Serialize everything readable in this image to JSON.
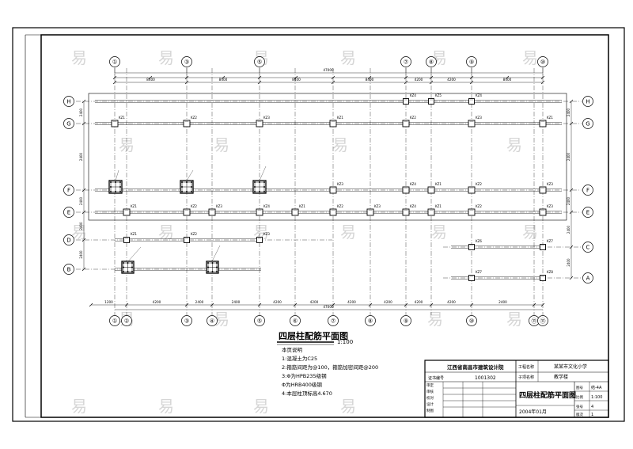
{
  "drawing": {
    "title": "四层柱配筋平面图",
    "scale": "1:100",
    "overall_dimension": "47000",
    "top_axis_labels": [
      "①",
      "③",
      "⑤",
      "⑦",
      "⑧",
      "⑨",
      "⑩"
    ],
    "bottom_axis_labels": [
      "①",
      "②",
      "③",
      "④",
      "⑤",
      "⑥",
      "⑦",
      "⑧",
      "⑨",
      "⑩",
      "⑪"
    ],
    "left_axis_labels": [
      "H",
      "G",
      "F",
      "E",
      "D",
      "B"
    ],
    "right_axis_labels": [
      "H",
      "G",
      "F",
      "E",
      "C",
      "A"
    ],
    "top_dims": [
      "8400",
      "8400",
      "8400",
      "8400",
      "4200",
      "4200",
      "8400"
    ],
    "bottom_dims": [
      "1200",
      "4200",
      "2400",
      "2400",
      "4200",
      "4200",
      "4200",
      "4200",
      "4200",
      "4200",
      "2400"
    ],
    "left_dims": [
      "2400",
      "2400",
      "2400",
      "2400",
      "2400"
    ],
    "right_dims": [
      "2400",
      "2400",
      "2400",
      "2400",
      "2400"
    ]
  },
  "notes": {
    "heading": "本页说明",
    "items": [
      "1:混凝土为C25",
      "2:箍筋间距为@100，箍筋加密间距@200",
      "3:Φ为HPB235级钢",
      "  Φ为HRB400级钢",
      "4:本层柱顶标高4.670"
    ]
  },
  "title_block": {
    "company": "江西省南昌市建筑设计院",
    "project_label": "工程名称",
    "project_name": "某某市文化小学",
    "subproject_label": "子项名称",
    "subproject_name": "教学楼",
    "cert_label": "证书编号",
    "cert_no": "1001302",
    "drawing_no_label": "图号",
    "drawing_no": "结-4A",
    "drawing_title": "四层柱配筋平面图",
    "date": "2004年01月",
    "rows": [
      "审定",
      "审核",
      "校对",
      "设计",
      "制图"
    ],
    "scale_label": "比例",
    "scale_value": "1:100",
    "sheet_label": "张号",
    "sheet_value": "4",
    "ver_label": "版次",
    "ver_value": "1"
  },
  "column_tags": [
    "KZ1",
    "KZ2",
    "KZ3",
    "KZ4",
    "KZ5",
    "KZ6",
    "KZ7",
    "KZ8"
  ],
  "watermark": "易"
}
